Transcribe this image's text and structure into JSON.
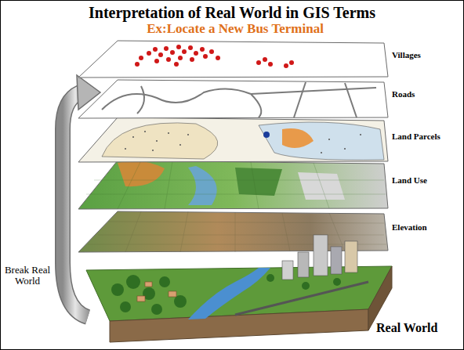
{
  "diagram": {
    "title": "Interpretation of Real World in GIS Terms",
    "labels": [
      "Ex:Locate a New Bus Terminal",
      "Villages",
      "Roads",
      "Land Parcels",
      "Land Use",
      "Elevation",
      "Break Real World",
      "Real World"
    ]
  }
}
